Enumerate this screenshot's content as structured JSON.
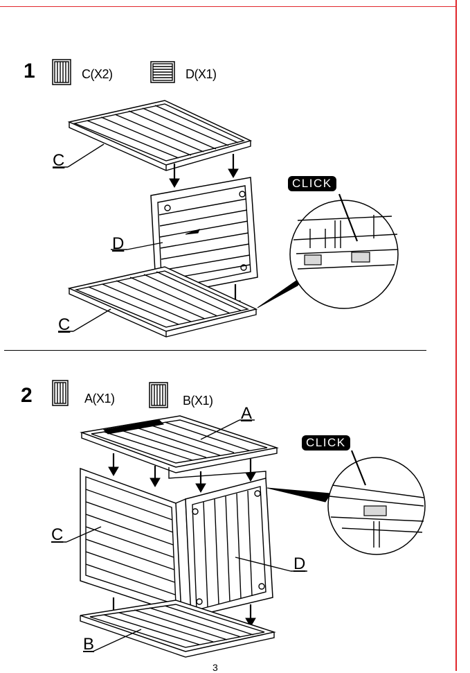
{
  "step1": {
    "number": "1",
    "parts": [
      {
        "label": "C(X2)",
        "icon": "vertical-slat-panel-icon"
      },
      {
        "label": "D(X1)",
        "icon": "horizontal-slat-panel-icon"
      }
    ],
    "callouts": {
      "top_panel": "C",
      "middle_panel": "D",
      "bottom_panel": "C"
    },
    "click_label": "CLICK"
  },
  "step2": {
    "number": "2",
    "parts": [
      {
        "label": "A(X1)",
        "icon": "vertical-slat-panel-icon"
      },
      {
        "label": "B(X1)",
        "icon": "vertical-slat-panel-icon"
      }
    ],
    "callouts": {
      "lid": "A",
      "side_panel": "C",
      "back_panel": "D",
      "base": "B"
    },
    "click_label": "CLICK"
  },
  "footer": {
    "page_number": "3"
  }
}
